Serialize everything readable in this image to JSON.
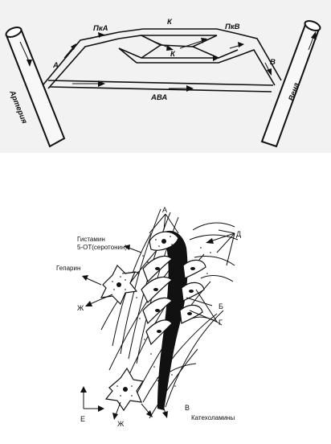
{
  "top": {
    "artery": "Артерия",
    "vein": "Вена",
    "label_a": "А",
    "label_pka": "ПкА",
    "label_k_top": "К",
    "label_k_mid": "К",
    "label_pkv": "ПкВ",
    "label_v": "В",
    "label_ava": "АВА"
  },
  "bottom": {
    "label_a": "А",
    "label_d": "Д",
    "label_b": "Б",
    "label_g": "Г",
    "label_v": "В",
    "label_e": "Е",
    "label_zh_left": "Ж",
    "label_zh_bottom": "Ж",
    "histamine": "Гистамин",
    "serotonin": "5-ОТ(серотонин)",
    "heparin": "Гепарин",
    "catecholamines": "Катехоламины"
  },
  "colors": {
    "top_background": "#f2f2f2",
    "ink": "#111111",
    "vessel_fill": "#f8f8f8"
  }
}
